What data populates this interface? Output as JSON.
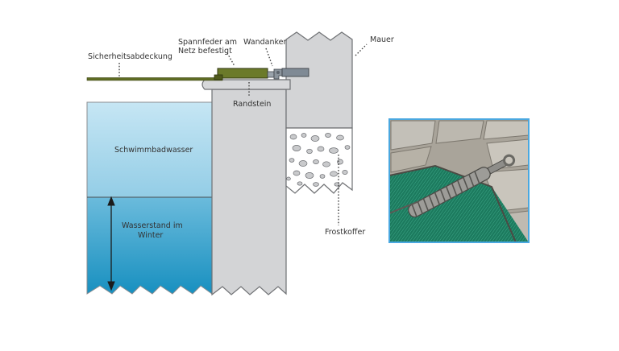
{
  "labels": {
    "cover": "Sicherheitsabdeckung",
    "spring_line1": "Spannfeder am",
    "spring_line2": "Netz befestigt",
    "anchor": "Wandanker",
    "wall": "Mauer",
    "curb": "Randstein",
    "pool_water": "Schwimmbadwasser",
    "winter_line1": "Wasserstand im",
    "winter_line2": "Winter",
    "frost": "Frostkoffer"
  },
  "colors": {
    "water_top": "#c4e4f3",
    "water_bottom": "#1c96c5",
    "concrete": "#d2d3d5",
    "cover": "#5e6b22",
    "spring": "#6b7a2a",
    "anchor": "#7f8a95",
    "photo_border": "#4aa8e0",
    "net": "#1f7f62"
  },
  "photo": {
    "icon": "photo-spring-anchor-closeup"
  }
}
